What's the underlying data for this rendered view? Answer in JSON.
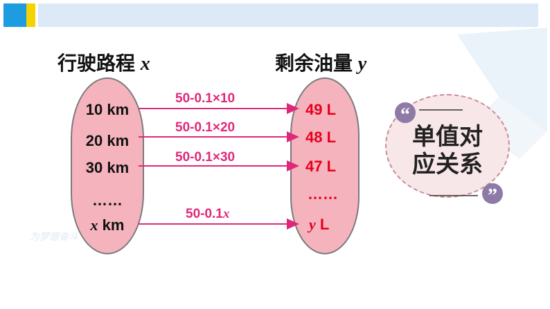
{
  "colors": {
    "accent_blue": "#1e9ce0",
    "accent_yellow": "#f5d200",
    "oval_fill": "#f4b3bd",
    "formula": "#e0287a",
    "result": "#e8001c"
  },
  "left_heading": {
    "text": "行驶路程 ",
    "var": "x"
  },
  "right_heading": {
    "text": "剩余油量 ",
    "var": "y"
  },
  "left_items": [
    {
      "label": "10 km"
    },
    {
      "label": "20 km"
    },
    {
      "label": "30 km"
    },
    {
      "label": "……"
    }
  ],
  "left_last": {
    "var": "x",
    "unit": " km"
  },
  "right_items": [
    {
      "label": "49 L"
    },
    {
      "label": "48 L"
    },
    {
      "label": "47 L"
    },
    {
      "label": "……"
    }
  ],
  "right_last": {
    "var": "y",
    "unit": " L"
  },
  "formulas": [
    "50-0.1×10",
    "50-0.1×20",
    "50-0.1×30"
  ],
  "formula_last": {
    "text": "50-0.1",
    "var": "x"
  },
  "bubble": {
    "line1": "单值对",
    "line2": "应关系",
    "quote_open": "“",
    "quote_close": "”"
  },
  "watermark": "为梦想奋斗"
}
